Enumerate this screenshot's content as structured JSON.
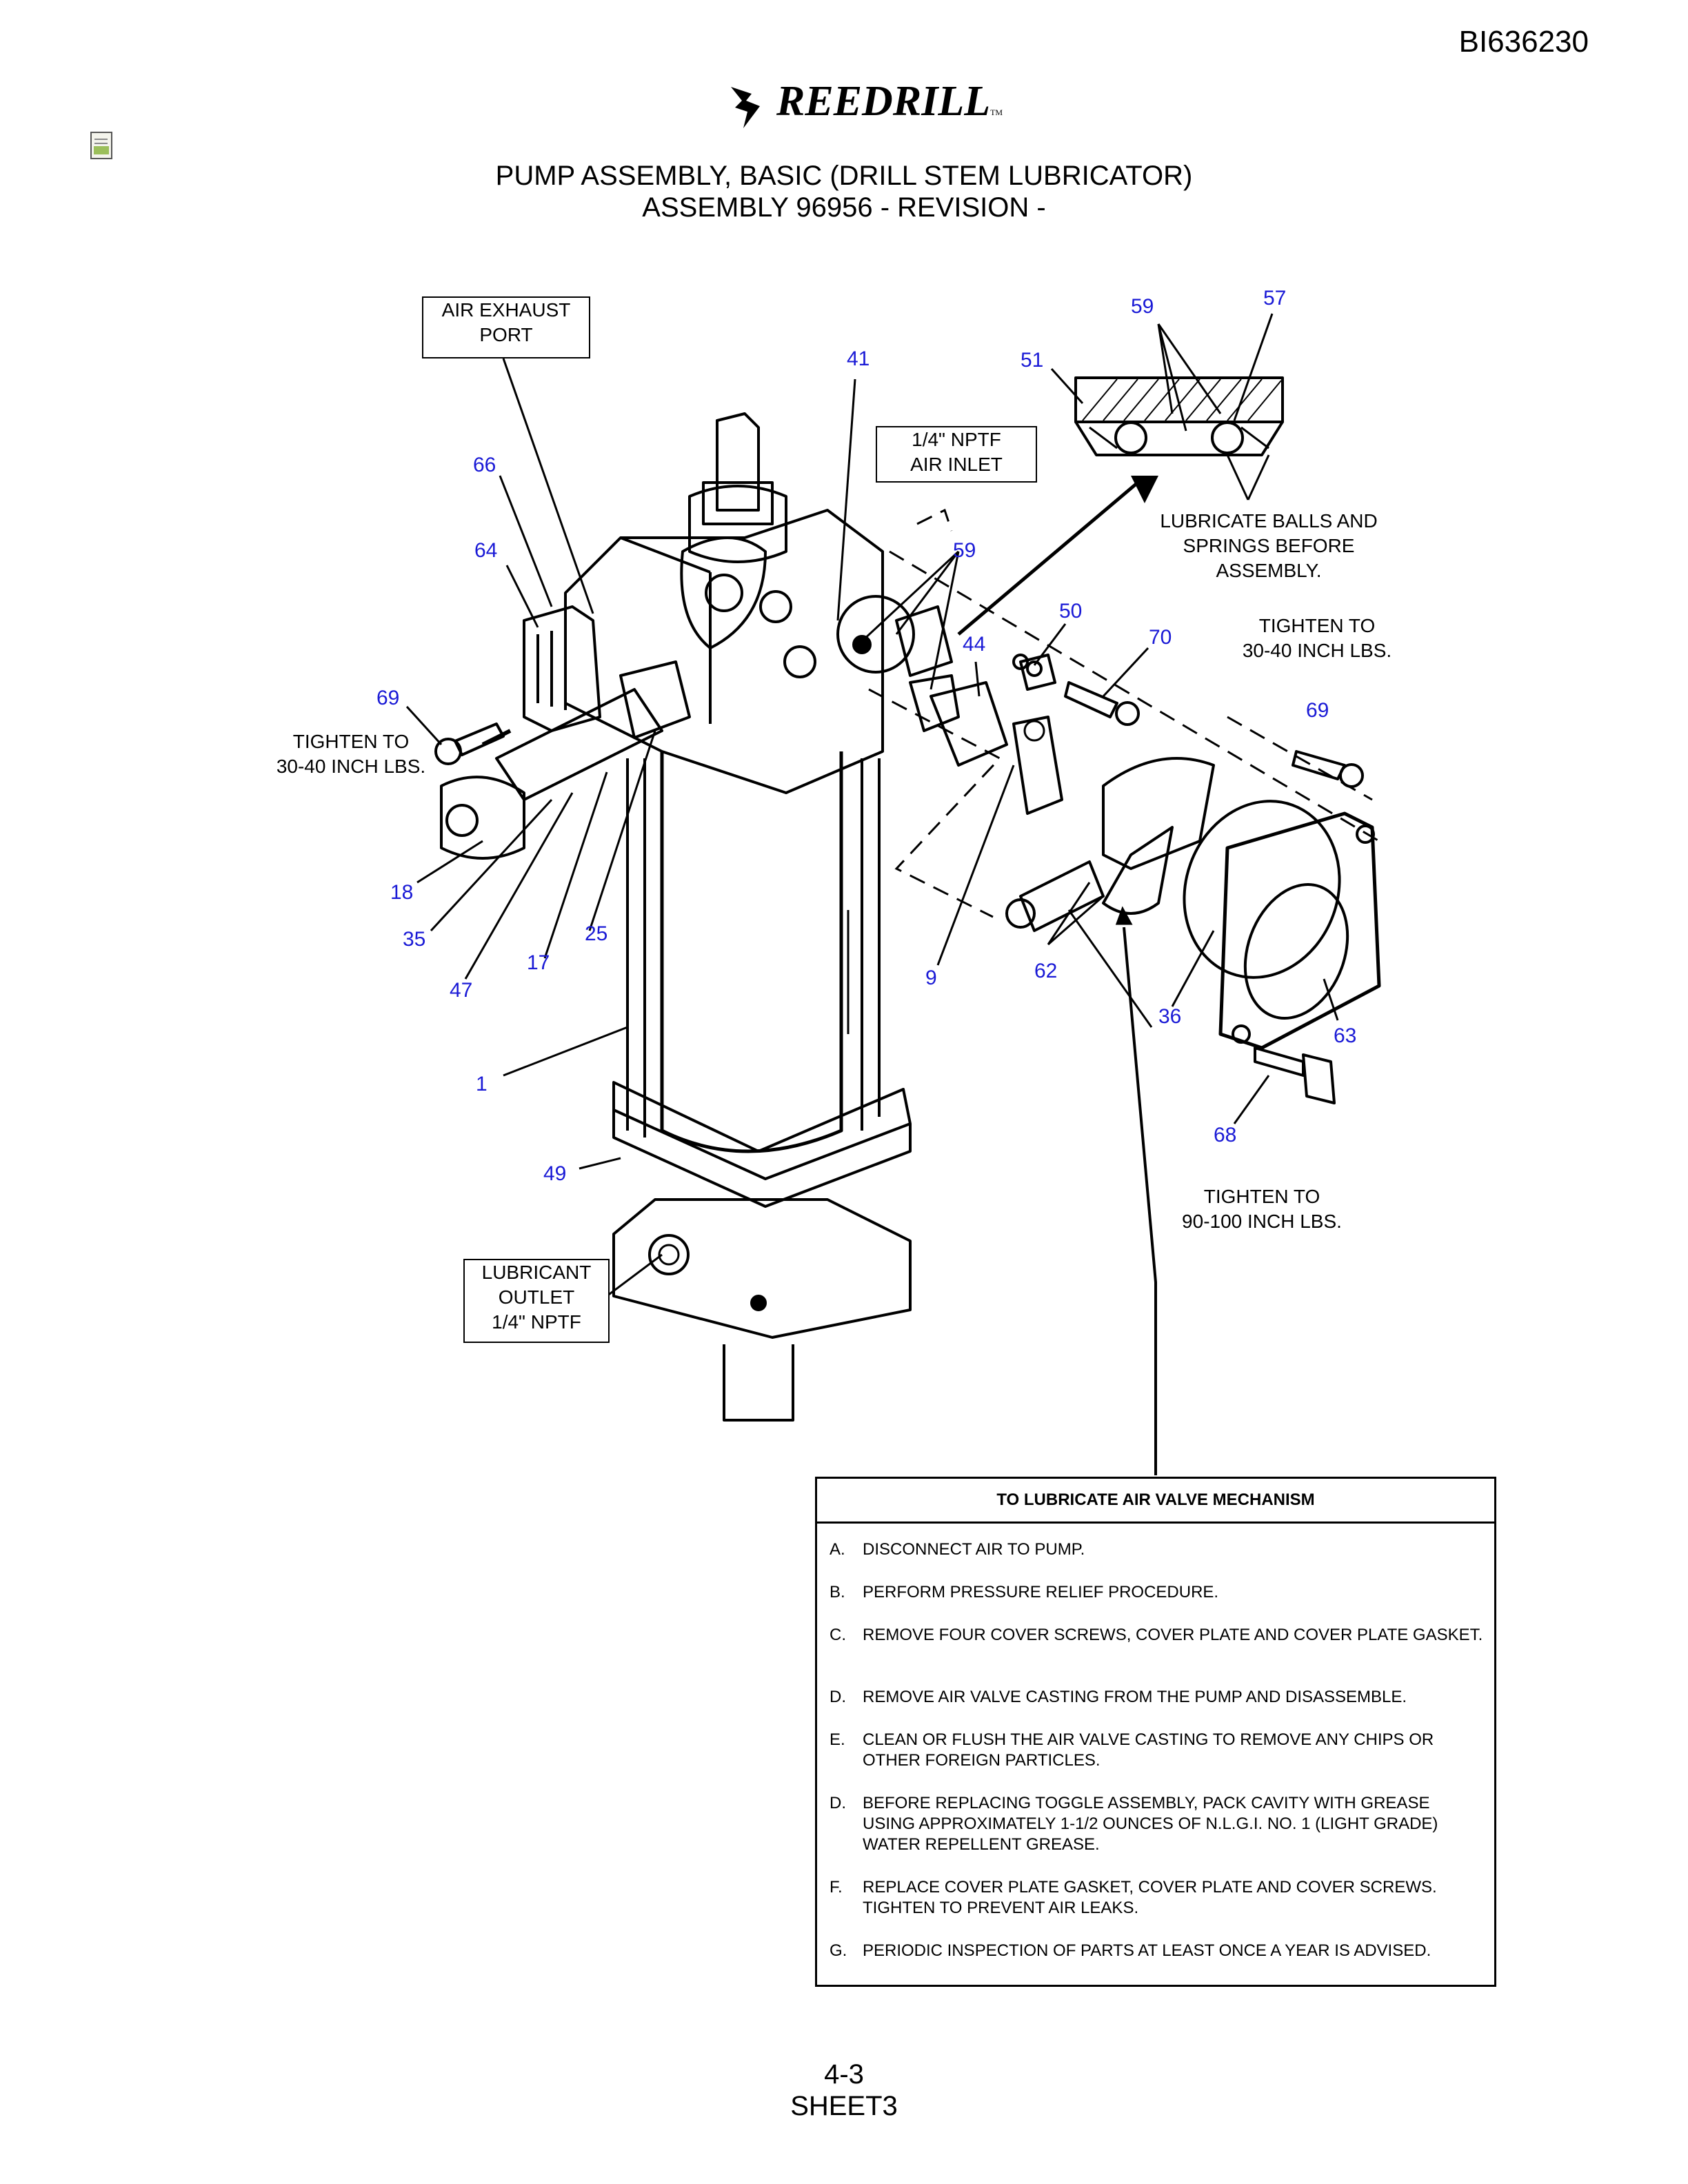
{
  "doc_id": "BI636230",
  "brand": {
    "name": "REEDRILL",
    "tm": "TM"
  },
  "title": {
    "line1": "PUMP ASSEMBLY, BASIC (DRILL STEM LUBRICATOR)",
    "line2": "ASSEMBLY 96956 - REVISION -"
  },
  "boxes": {
    "air_exhaust": [
      "AIR EXHAUST",
      "PORT"
    ],
    "air_inlet": [
      "1/4\" NPTF",
      "AIR INLET"
    ],
    "lube_outlet": [
      "LUBRICANT",
      "OUTLET",
      "1/4\" NPTF"
    ]
  },
  "notes": {
    "lube_balls": [
      "LUBRICATE BALLS AND",
      "SPRINGS BEFORE",
      "ASSEMBLY."
    ],
    "tighten_right": [
      "TIGHTEN TO",
      "30-40 INCH LBS."
    ],
    "tighten_left": [
      "TIGHTEN TO",
      "30-40 INCH LBS."
    ],
    "tighten_cover": [
      "TIGHTEN TO",
      "90-100 INCH LBS."
    ]
  },
  "callouts": {
    "c59a": "59",
    "c57": "57",
    "c41": "41",
    "c51": "51",
    "c66": "66",
    "c64": "64",
    "c59b": "59",
    "c50": "50",
    "c44": "44",
    "c70": "70",
    "c69a": "69",
    "c69b": "69",
    "c18": "18",
    "c35": "35",
    "c25": "25",
    "c17": "17",
    "c47": "47",
    "c9": "9",
    "c62": "62",
    "c36": "36",
    "c63": "63",
    "c1": "1",
    "c68": "68",
    "c49": "49"
  },
  "procedure": {
    "heading": "TO LUBRICATE AIR VALVE MECHANISM",
    "steps": [
      {
        "letter": "A.",
        "text": "DISCONNECT AIR TO PUMP."
      },
      {
        "letter": "B.",
        "text": "PERFORM PRESSURE RELIEF PROCEDURE."
      },
      {
        "letter": "C.",
        "text": "REMOVE FOUR COVER SCREWS, COVER PLATE AND  COVER PLATE GASKET."
      },
      {
        "letter": "D.",
        "text": "REMOVE AIR VALVE CASTING FROM THE PUMP AND DISASSEMBLE."
      },
      {
        "letter": "E.",
        "text": "CLEAN OR FLUSH THE AIR VALVE CASTING TO REMOVE ANY CHIPS OR OTHER FOREIGN PARTICLES."
      },
      {
        "letter": "D.",
        "text": "BEFORE REPLACING TOGGLE ASSEMBLY, PACK CAVITY WITH GREASE USING APPROXIMATELY 1-1/2 OUNCES OF N.L.G.I.  NO. 1 (LIGHT GRADE) WATER REPELLENT GREASE."
      },
      {
        "letter": "F.",
        "text": "REPLACE COVER PLATE GASKET, COVER  PLATE AND COVER SCREWS. TIGHTEN TO  PREVENT AIR LEAKS."
      },
      {
        "letter": "G.",
        "text": "PERIODIC INSPECTION OF PARTS AT LEAST  ONCE A YEAR IS ADVISED."
      }
    ]
  },
  "footer": {
    "page": "4-3",
    "sheet": "SHEET3"
  }
}
